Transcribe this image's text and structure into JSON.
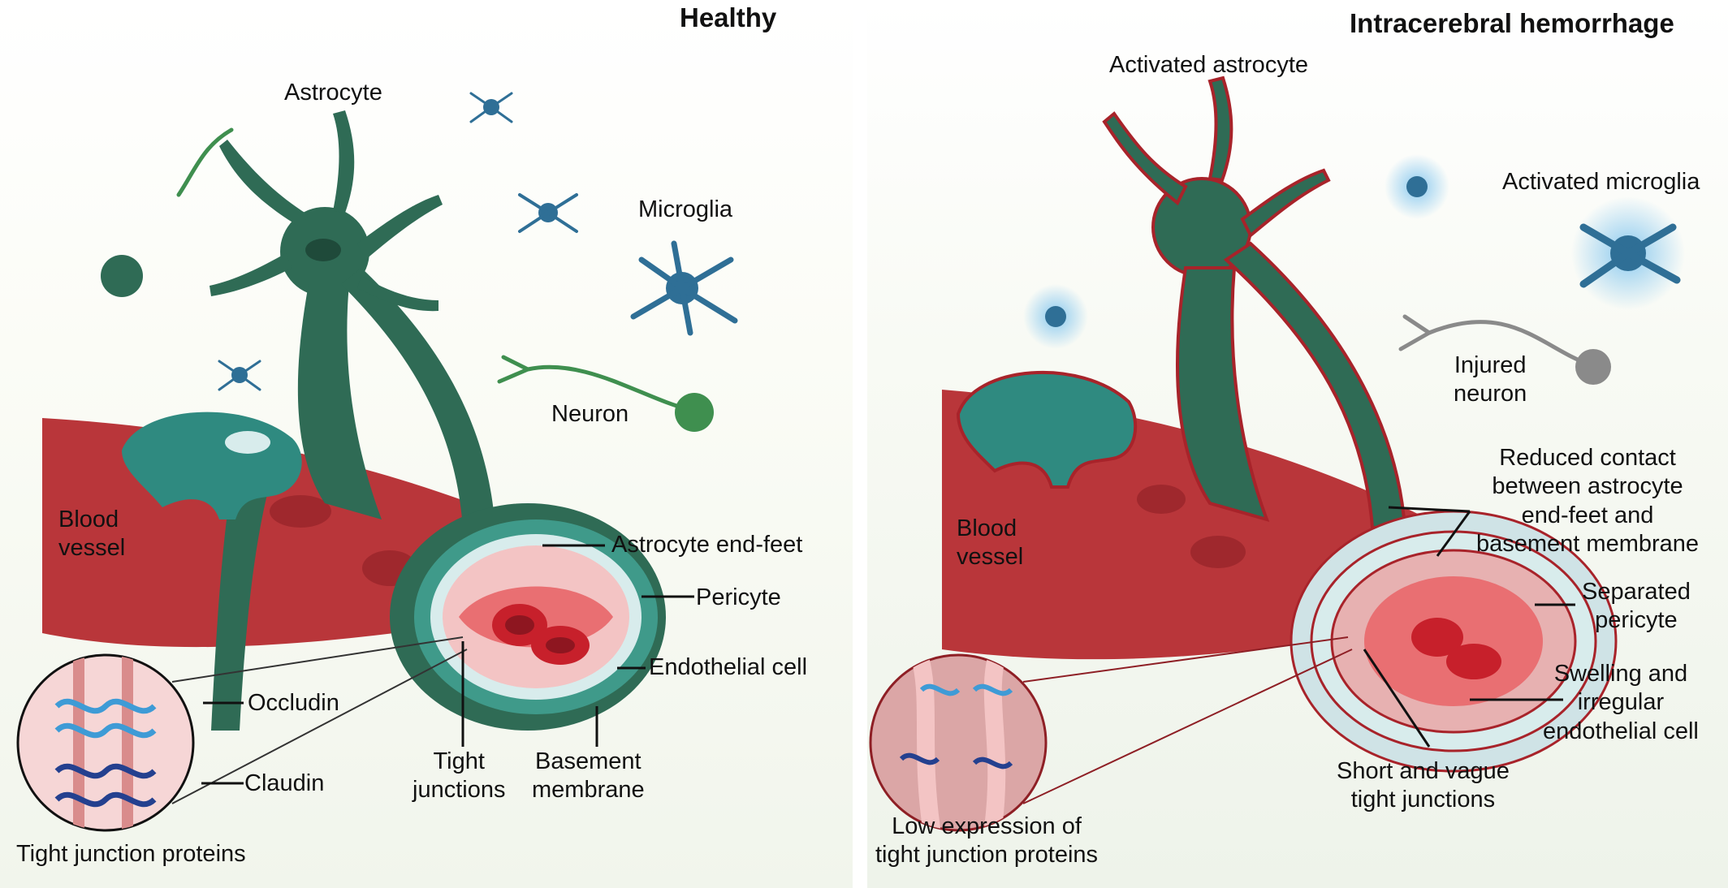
{
  "panels": {
    "healthy": {
      "title": "Healthy",
      "labels": {
        "astrocyte": "Astrocyte",
        "microglia": "Microglia",
        "neuron": "Neuron",
        "blood_vessel": "Blood\nvessel",
        "astrocyte_end_feet": "Astrocyte end-feet",
        "pericyte": "Pericyte",
        "endothelial_cell": "Endothelial cell",
        "occludin": "Occludin",
        "claudin": "Claudin",
        "tight_junctions": "Tight\njunctions",
        "basement_membrane": "Basement\nmembrane",
        "tight_junction_proteins": "Tight junction proteins"
      }
    },
    "ich": {
      "title": "Intracerebral hemorrhage",
      "labels": {
        "activated_astrocyte": "Activated astrocyte",
        "activated_microglia": "Activated microglia",
        "injured_neuron": "Injured\nneuron",
        "blood_vessel": "Blood\nvessel",
        "reduced_contact": "Reduced contact\nbetween astrocyte\nend-feet and\nbasement membrane",
        "separated_pericyte": "Separated\npericyte",
        "swelling_endothelial": "Swelling and\nirregular\nendothelial cell",
        "short_tight_junctions": "Short and vague\ntight junctions",
        "low_expression": "Low expression of\ntight junction proteins"
      }
    }
  },
  "colors": {
    "astrocyte": "#2f6b55",
    "astrocyte_endfoot": "#2f8a80",
    "microglia": "#2f6f96",
    "neuron": "#3f8f4f",
    "vessel": "#b9363a",
    "lumen": "#e96f72",
    "rbc": "#c7202b",
    "basement": "#d8ecec",
    "ich_outline": "#a8232a",
    "injured_neuron": "#8a8a8a",
    "occludin": "#3e9bd6",
    "claudin": "#24408f"
  }
}
